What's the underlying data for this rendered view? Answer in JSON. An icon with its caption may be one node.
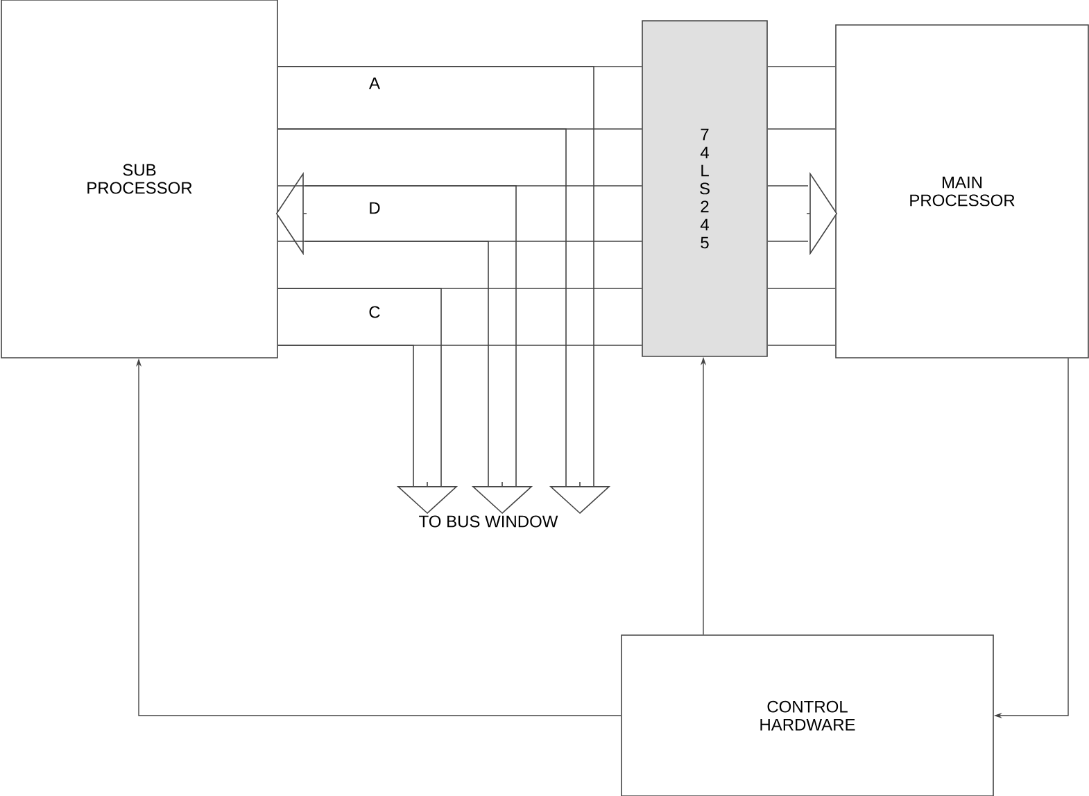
{
  "diagram": {
    "nodes": [
      {
        "text": [
          "SUB PROCESSOR"
        ]
      },
      {
        "text": [
          "7 4 L S 2 4 5"
        ]
      },
      {
        "text": [
          "MAIN PROCESSOR"
        ]
      },
      {
        "text": [
          "CONTROL HARDWARE"
        ]
      },
      {
        "text": [
          "TO BUS WINDOW"
        ]
      }
    ],
    "edges": [
      {
        "from": 0,
        "to": 1,
        "arrow": "none",
        "label": "A"
      },
      {
        "from": 1,
        "to": 2,
        "arrow": "none"
      },
      {
        "from": 0,
        "to": 4,
        "arrow": "to"
      },
      {
        "from": 1,
        "to": 0,
        "arrow": "to",
        "label": "D"
      },
      {
        "from": 1,
        "to": 2,
        "arrow": "to"
      },
      {
        "from": 0,
        "to": 4,
        "arrow": "to"
      },
      {
        "from": 0,
        "to": 1,
        "arrow": "none",
        "label": "C"
      },
      {
        "from": 1,
        "to": 2,
        "arrow": "none"
      },
      {
        "from": 0,
        "to": 4,
        "arrow": "to"
      },
      {
        "from": 3,
        "to": 0,
        "arrow": "to"
      },
      {
        "from": 3,
        "to": 1,
        "arrow": "to"
      },
      {
        "from": 2,
        "to": 3,
        "arrow": "to"
      }
    ]
  }
}
